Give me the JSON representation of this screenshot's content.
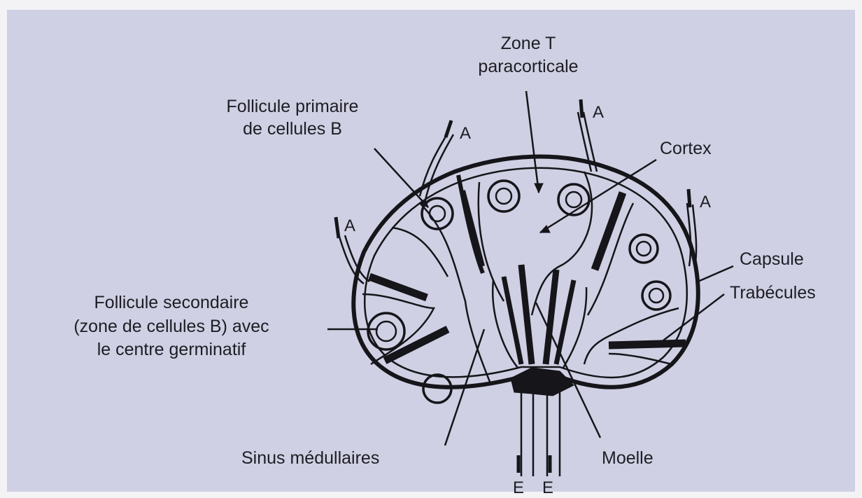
{
  "labels": {
    "zone_t_line1": "Zone T",
    "zone_t_line2": "paracorticale",
    "follicule_primaire_line1": "Follicule primaire",
    "follicule_primaire_line2": "de cellules B",
    "cortex": "Cortex",
    "capsule": "Capsule",
    "trabecules": "Trabécules",
    "follicule_secondaire_line1": "Follicule secondaire",
    "follicule_secondaire_line2": "(zone de cellules B) avec",
    "follicule_secondaire_line3": "le centre germinatif",
    "sinus": "Sinus médullaires",
    "moelle": "Moelle",
    "afferent_1": "A",
    "afferent_2": "A",
    "afferent_3": "A",
    "afferent_4": "A",
    "efferent_1": "E",
    "efferent_2": "E"
  },
  "colors": {
    "background": "#cfd0e3",
    "ink": "#15151a"
  }
}
